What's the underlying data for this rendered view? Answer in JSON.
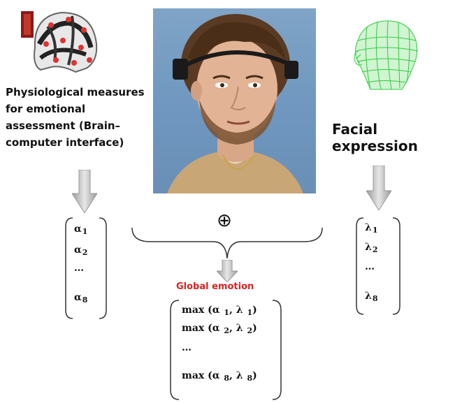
{
  "labels": {
    "physiological": "Physiological measures for emotional assessment (Brain– computer interface)",
    "facial": "Facial expression",
    "global_emotion": "Global emotion",
    "combine_symbol": "⊕"
  },
  "alpha_vector": {
    "rows": [
      {
        "sym": "α",
        "idx": "1"
      },
      {
        "sym": "α",
        "idx": "2"
      },
      {
        "sym": "…",
        "idx": ""
      },
      {
        "sym": "α",
        "idx": "8"
      }
    ]
  },
  "lambda_vector": {
    "rows": [
      {
        "sym": "λ",
        "idx": "1"
      },
      {
        "sym": "λ",
        "idx": "2"
      },
      {
        "sym": "…",
        "idx": ""
      },
      {
        "sym": "λ",
        "idx": "8"
      }
    ]
  },
  "max_vector": {
    "rows": [
      {
        "prefix": "max (α ",
        "a_idx": "1",
        "mid": ", λ ",
        "l_idx": "1",
        "suffix": ")"
      },
      {
        "prefix": "max (α ",
        "a_idx": "2",
        "mid": ", λ ",
        "l_idx": "2",
        "suffix": ")"
      },
      {
        "prefix": "…",
        "a_idx": "",
        "mid": "",
        "l_idx": "",
        "suffix": ""
      },
      {
        "prefix": "max (α ",
        "a_idx": "8",
        "mid": ", λ ",
        "l_idx": "8",
        "suffix": ")"
      }
    ]
  },
  "colors": {
    "global_emotion_text": "#e02020",
    "arrow_fill": "#b8b8b8",
    "wireframe_green": "#2ecc40",
    "photo_bg": "#7fa4c6"
  },
  "icons": {
    "eeg": "eeg-headset-icon",
    "face": "wireframe-head-icon"
  }
}
